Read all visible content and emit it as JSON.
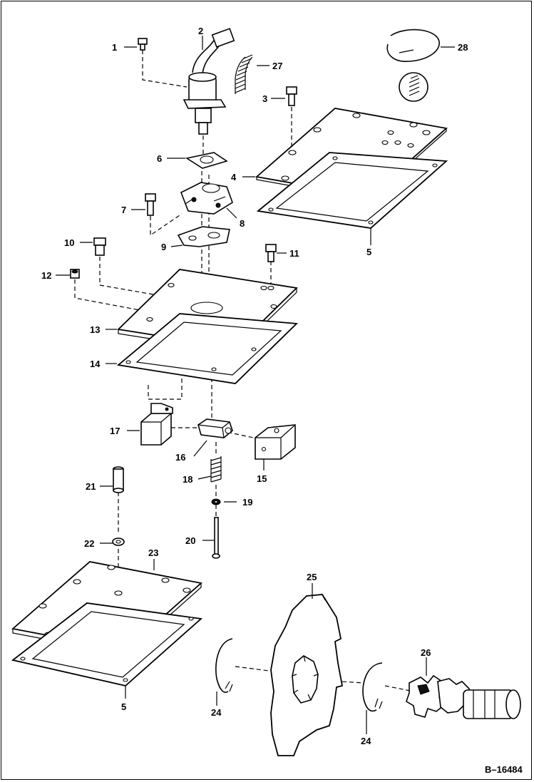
{
  "diagram": {
    "reference": "B–16484",
    "callouts": [
      {
        "id": "1",
        "text": "1"
      },
      {
        "id": "2",
        "text": "2"
      },
      {
        "id": "3",
        "text": "3"
      },
      {
        "id": "4",
        "text": "4"
      },
      {
        "id": "5a",
        "text": "5"
      },
      {
        "id": "5b",
        "text": "5"
      },
      {
        "id": "6",
        "text": "6"
      },
      {
        "id": "7",
        "text": "7"
      },
      {
        "id": "8",
        "text": "8"
      },
      {
        "id": "9",
        "text": "9"
      },
      {
        "id": "10",
        "text": "10"
      },
      {
        "id": "11",
        "text": "11"
      },
      {
        "id": "12",
        "text": "12"
      },
      {
        "id": "13",
        "text": "13"
      },
      {
        "id": "14",
        "text": "14"
      },
      {
        "id": "15",
        "text": "15"
      },
      {
        "id": "16",
        "text": "16"
      },
      {
        "id": "17",
        "text": "17"
      },
      {
        "id": "18",
        "text": "18"
      },
      {
        "id": "19",
        "text": "19"
      },
      {
        "id": "20",
        "text": "20"
      },
      {
        "id": "21",
        "text": "21"
      },
      {
        "id": "22",
        "text": "22"
      },
      {
        "id": "23",
        "text": "23"
      },
      {
        "id": "24a",
        "text": "24"
      },
      {
        "id": "24b",
        "text": "24"
      },
      {
        "id": "25",
        "text": "25"
      },
      {
        "id": "26",
        "text": "26"
      },
      {
        "id": "27",
        "text": "27"
      },
      {
        "id": "28",
        "text": "28"
      }
    ]
  }
}
